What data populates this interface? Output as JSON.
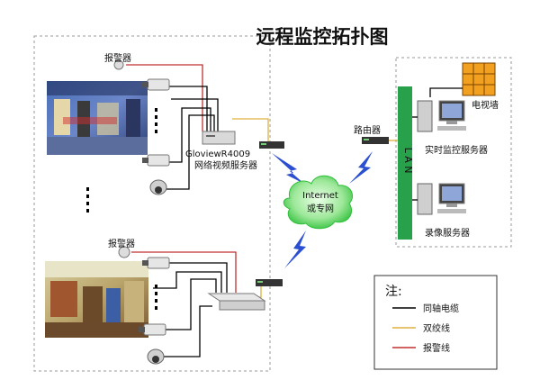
{
  "title": "远程监控拓扑图",
  "labels": {
    "alarm_top": "报警器",
    "alarm_bottom": "报警器",
    "server_model": "GloviewR4009",
    "server_name": "网络视频服务器",
    "router": "路由器",
    "internet_line1": "Internet",
    "internet_line2": "或专网",
    "lan": "L A N",
    "tv_wall": "电视墙",
    "monitor_server": "实时监控服务器",
    "record_server": "录像服务器"
  },
  "legend": {
    "title": "注:",
    "items": [
      {
        "label": "同轴电缆",
        "color": "#000000"
      },
      {
        "label": "双绞线",
        "color": "#e0b040"
      },
      {
        "label": "报警线",
        "color": "#c03030"
      }
    ]
  },
  "colors": {
    "lan_bar": "#27a14a",
    "lightning": "#2b4fd0",
    "cloud": "#2fbf3a",
    "tv_wall": "#f2a020",
    "dashed_border": "#9a9a9a"
  }
}
